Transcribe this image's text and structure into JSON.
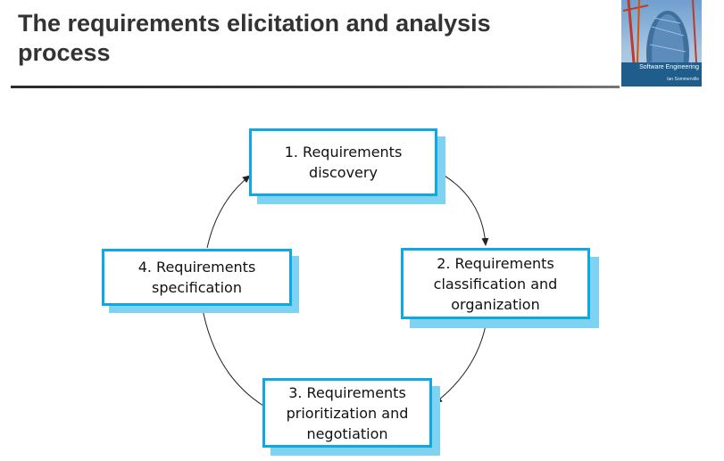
{
  "header": {
    "title": "The requirements elicitation and analysis process"
  },
  "book_cover": {
    "title": "Software Engineering",
    "author": "Ian Sommerville"
  },
  "diagram": {
    "type": "cycle",
    "nodes": [
      {
        "id": "discovery",
        "label": "1. Requirements\ndiscovery"
      },
      {
        "id": "classification",
        "label": "2. Requirements\nclassification and\norganization"
      },
      {
        "id": "prioritization",
        "label": "3. Requirements\nprioritization and\nnegotiation"
      },
      {
        "id": "specification",
        "label": "4. Requirements\nspecification"
      }
    ],
    "edges": [
      {
        "from": "discovery",
        "to": "classification"
      },
      {
        "from": "classification",
        "to": "prioritization"
      },
      {
        "from": "prioritization",
        "to": "specification"
      },
      {
        "from": "specification",
        "to": "discovery"
      }
    ],
    "colors": {
      "box_border": "#0ea9e2",
      "box_shadow": "#7fd3f2",
      "arrow": "#222222"
    }
  }
}
